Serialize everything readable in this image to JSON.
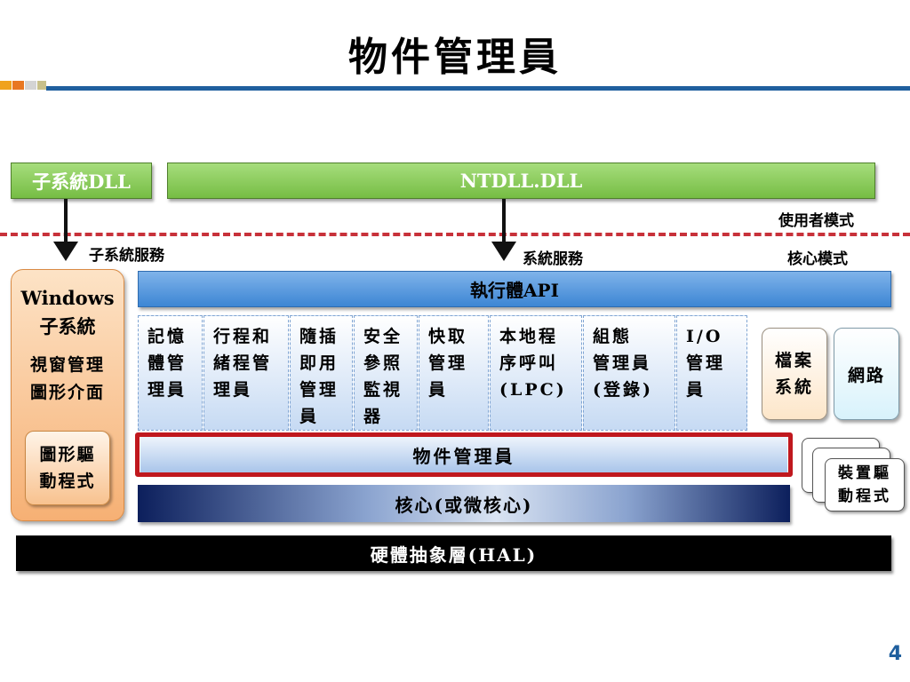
{
  "title": "物件管理員",
  "colors": {
    "title_rule": "#1f5f9e",
    "mode_line": "#c8313a",
    "highlight": "#c0181e",
    "deco": [
      "#f0a21d",
      "#e87722",
      "#d4d4d4",
      "#c8c08a"
    ]
  },
  "user_mode": {
    "subsystem_dll": "子系統DLL",
    "ntdll": "NTDLL.DLL",
    "label": "使用者模式"
  },
  "kernel_mode": {
    "label": "核心模式",
    "subsystem_services": "子系統服務",
    "system_services": "系統服務"
  },
  "windows_subsystem": {
    "title": "Windows\n子系統",
    "gui": "視窗管理\n圖形介面",
    "graphics_driver": "圖形驅\n動程式"
  },
  "executive_api": "執行體API",
  "components": [
    "記憶\n體管\n理員",
    "行程和\n緒程管\n理員",
    "隨插\n即用\n管理\n員",
    "安全\n參照\n監視\n器",
    "快取\n管理\n員",
    "本地程\n序呼叫\n(LPC)",
    "組態\n管理員\n(登錄)",
    "I/O\n管理\n員"
  ],
  "object_manager": "物件管理員",
  "kernel": "核心(或微核心)",
  "hal": "硬體抽象層(HAL)",
  "file_system": "檔案\n系統",
  "network": "網路",
  "device_drivers": "裝置驅\n動程式",
  "page_number": "4"
}
